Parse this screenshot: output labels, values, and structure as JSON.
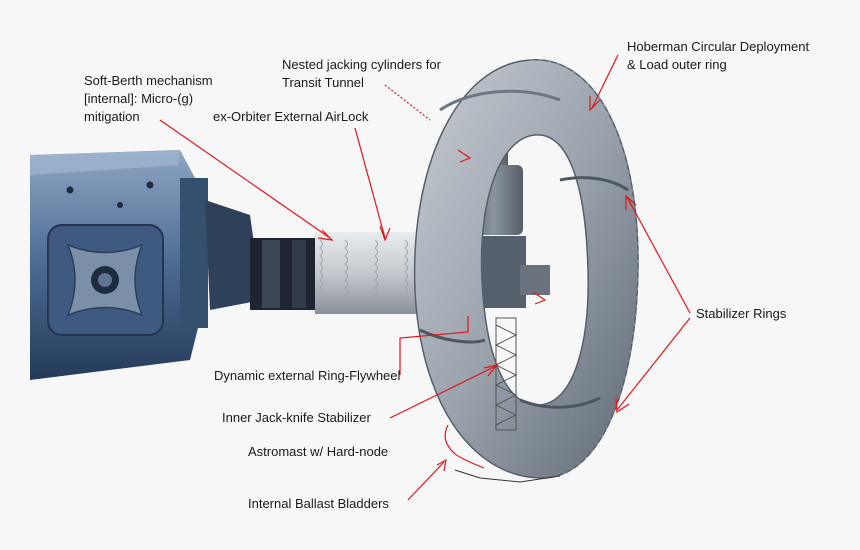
{
  "labels": {
    "soft_berth": [
      "Soft-Berth mechanism",
      "[internal]: Micro-(g)",
      "mitigation"
    ],
    "nested_jacking": [
      "Nested jacking cylinders for",
      "Transit Tunnel"
    ],
    "hoberman": [
      "Hoberman Circular Deployment",
      "& Load outer ring"
    ],
    "airlock": "ex-Orbiter External AirLock",
    "stabilizer_rings": "Stabilizer Rings",
    "flywheel": "Dynamic external Ring-Flywheel",
    "jackknife": "Inner Jack-knife Stabilizer",
    "astromast": "Astromast w/ Hard-node",
    "ballast": "Internal Ballast Bladders"
  },
  "colors": {
    "annotation_line": "#e0161a",
    "module_blue": "#4f6d95",
    "ring_gray": "#9aa3ad",
    "collar_gold": "#c9a13a"
  }
}
